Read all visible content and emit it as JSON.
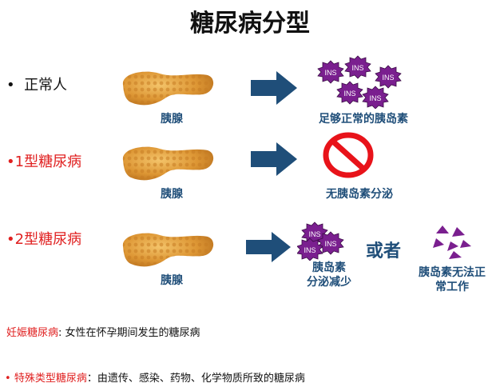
{
  "title": "糖尿病分型",
  "colors": {
    "accent_red": "#e02020",
    "caption_blue": "#1f4e79",
    "arrow_blue": "#1f4e79",
    "ins_purple": "#7a1f8f",
    "pancreas_orange": "#d9902e",
    "no_sign_red": "#e8131a"
  },
  "rows": [
    {
      "label": "正常人",
      "pancreas_caption": "胰腺",
      "result_caption": "足够正常的胰岛素"
    },
    {
      "label": "1型糖尿病",
      "pancreas_caption": "胰腺",
      "result_caption": "无胰岛素分泌"
    },
    {
      "label": "2型糖尿病",
      "pancreas_caption": "胰腺",
      "result_caption_line1": "胰岛素",
      "result_caption_line2": "分泌减少",
      "or_text": "或者",
      "alt_caption_line1": "胰岛素无法正",
      "alt_caption_line2": "常工作"
    }
  ],
  "ins_label": "INS",
  "notes": [
    {
      "term": "妊娠糖尿病",
      "sep": ": ",
      "desc": "女性在怀孕期间发生的糖尿病"
    },
    {
      "term": "特殊类型糖尿病",
      "sep": "：",
      "desc": "由遗传、感染、药物、化学物质所致的糖尿病"
    }
  ],
  "icons": {
    "pancreas": "pancreas-icon",
    "arrow": "right-arrow-icon",
    "insulin": "insulin-star-icon",
    "prohibited": "no-sign-icon",
    "broken_insulin": "triangles-icon"
  }
}
